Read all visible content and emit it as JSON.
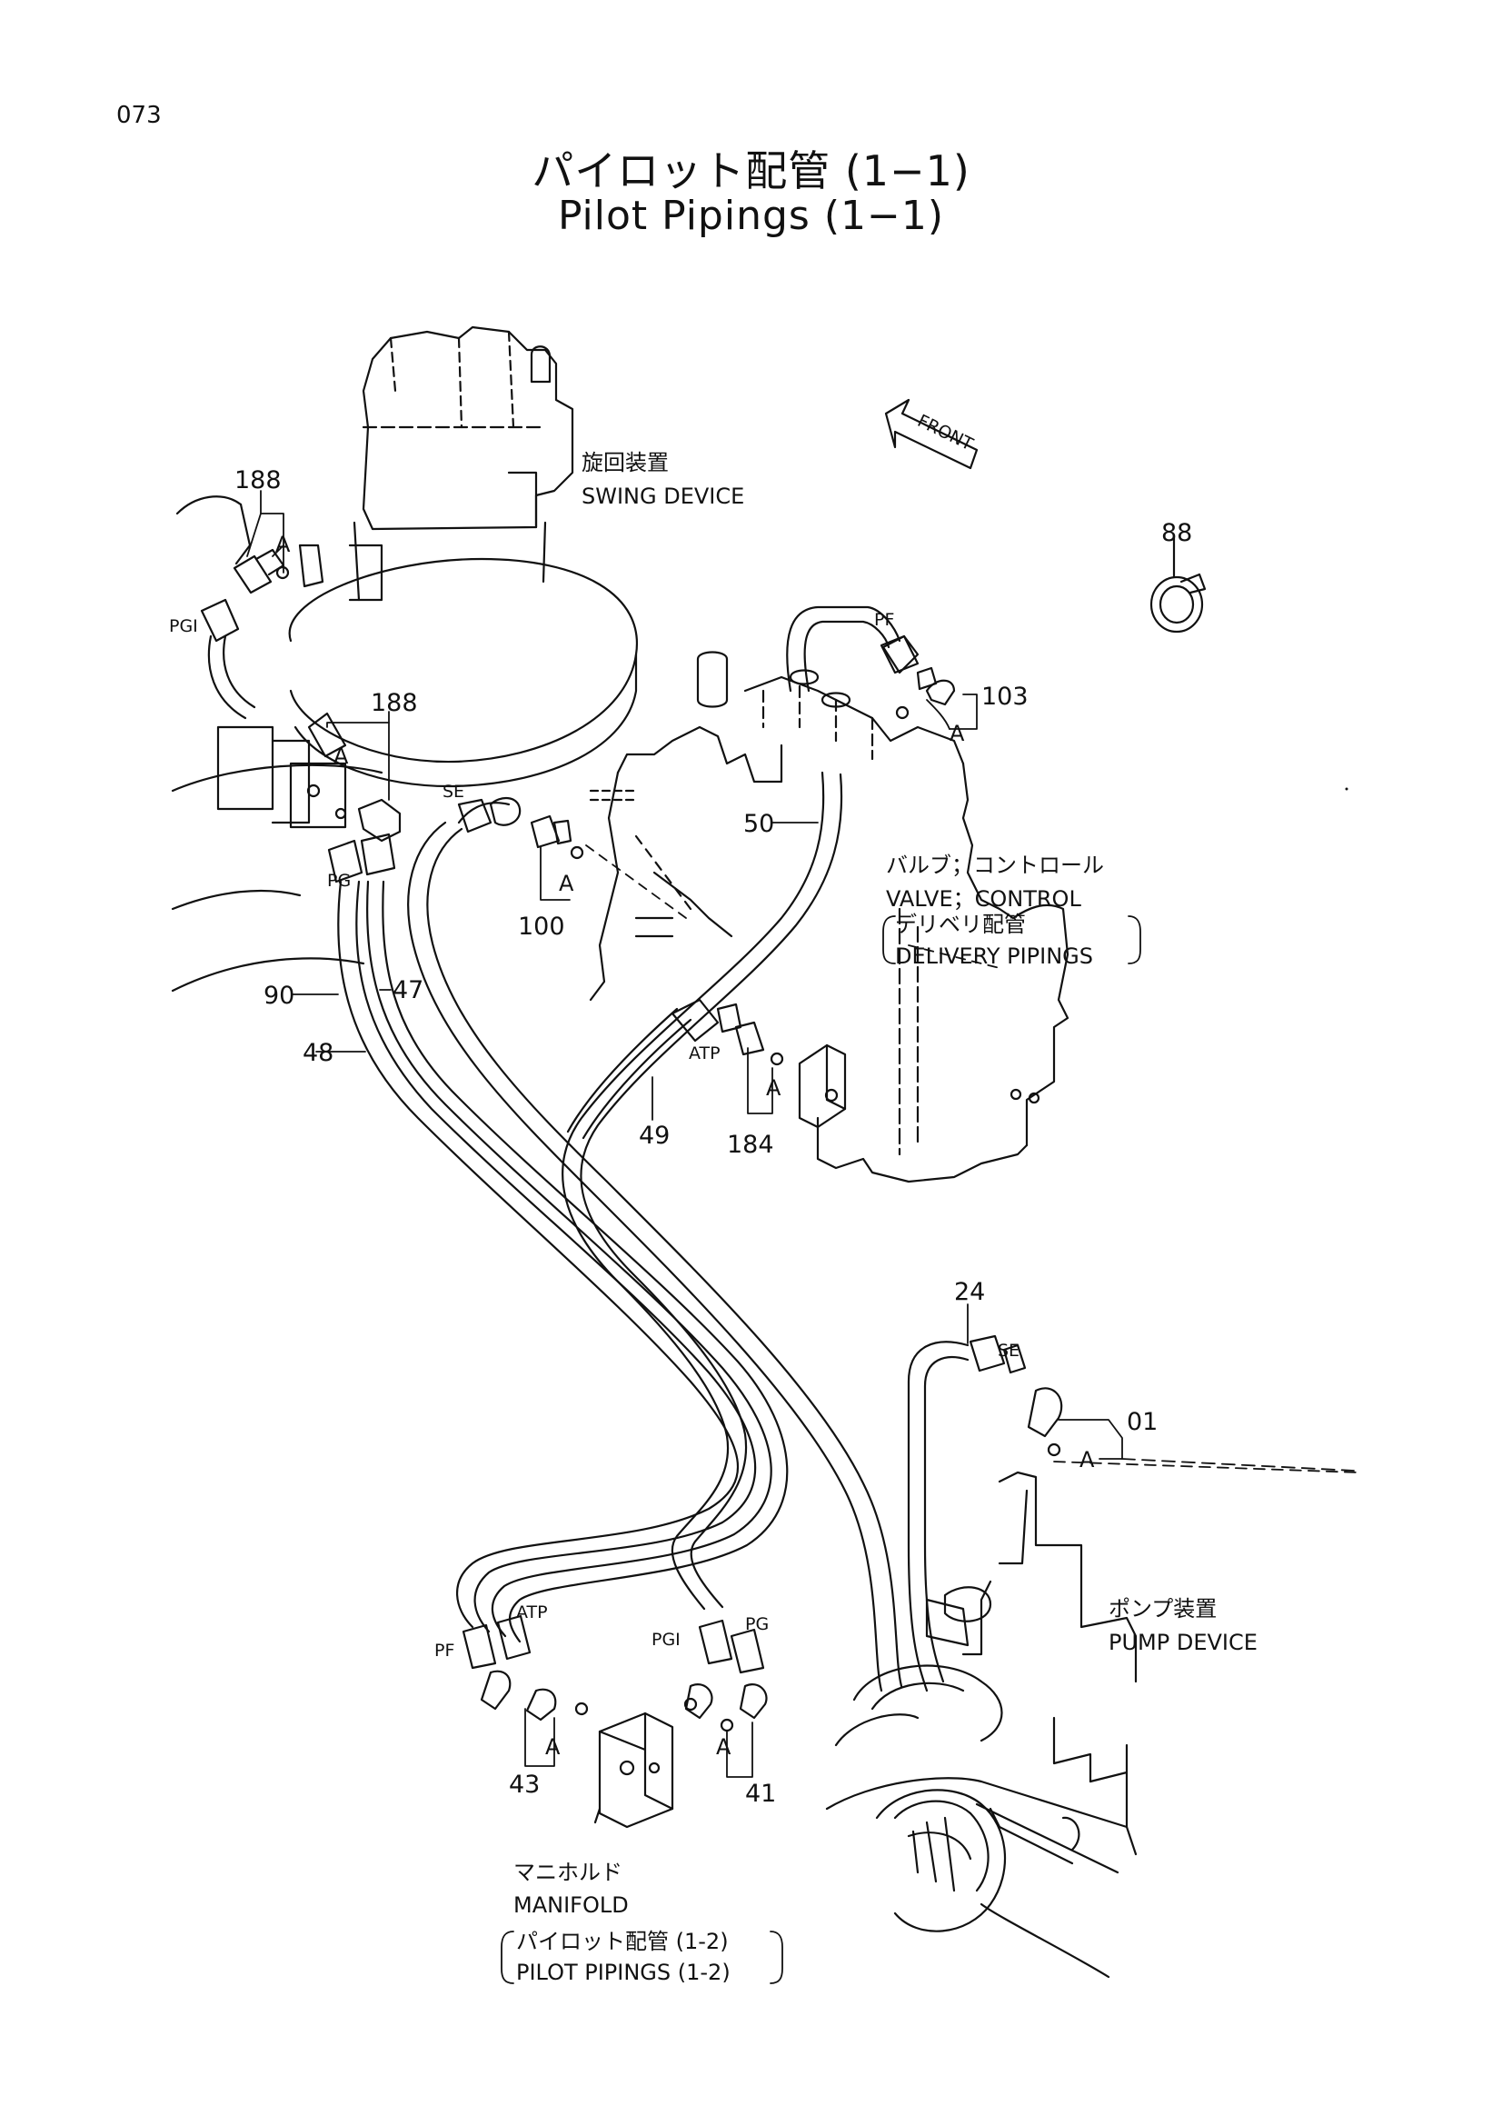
{
  "page_number": "073",
  "title": {
    "japanese": "パイロット配管 (1−1)",
    "english": "Pilot Pipings (1−1)"
  },
  "labels": {
    "swing_jp": "旋回装置",
    "swing_en": "SWING DEVICE",
    "valve_jp": "バルブ；コントロール",
    "valve_en": "VALVE；CONTROL",
    "delivery_jp": "デリベリ配管",
    "delivery_en": "DELIVERY PIPINGS",
    "pump_jp": "ポンプ装置",
    "pump_en": "PUMP DEVICE",
    "manifold_jp": "マニホルド",
    "manifold_en": "MANIFOLD",
    "pilot12_jp": "パイロット配管 (1-2)",
    "pilot12_en": "PILOT PIPINGS (1-2)",
    "front": "FRONT"
  },
  "part_numbers": {
    "p188a": "188",
    "p188b": "188",
    "p88": "88",
    "p103": "103",
    "p50": "50",
    "p100": "100",
    "p90": "90",
    "p47": "47",
    "p48": "48",
    "p49": "49",
    "p184": "184",
    "p24": "24",
    "p01": "01",
    "p43": "43",
    "p41": "41"
  },
  "port_tags": {
    "pgi_1": "PGI",
    "pg_1": "PG",
    "se_1": "SE",
    "pf_1": "PF",
    "atp_1": "ATP",
    "se_2": "SE",
    "pf_2": "PF",
    "atp_2": "ATP",
    "pgi_2": "PGI",
    "pg_2": "PG"
  },
  "callout_letter": "A"
}
